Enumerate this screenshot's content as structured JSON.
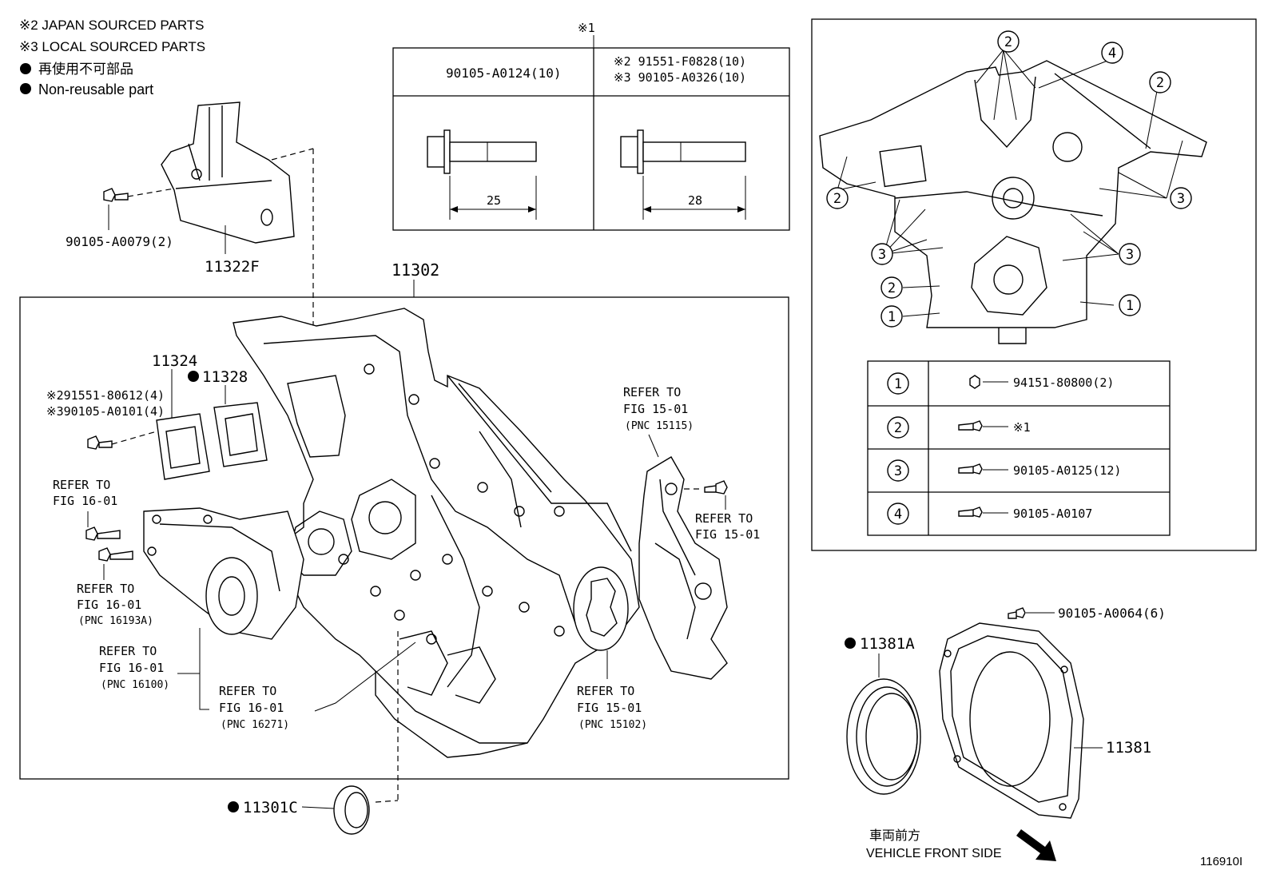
{
  "legend": {
    "japan": "※2 JAPAN SOURCED PARTS",
    "local": "※3 LOCAL SOURCED PARTS",
    "nonreuse_jp": "再使用不可部品",
    "nonreuse_en": "Non-reusable part"
  },
  "bolt_table": {
    "ref_mark": "※1",
    "col1_part": "90105-A0124(10)",
    "col2_line1": "※2 91551-F0828(10)",
    "col2_line2": "※3 90105-A0326(10)",
    "len1": "25",
    "len2": "28"
  },
  "parts": {
    "p11322F": "11322F",
    "p90105A0079": "90105-A0079(2)",
    "p11302": "11302",
    "p11324": "11324",
    "p11328": "11328",
    "p91551_80612": "※291551-80612(4)",
    "p90105A0101": "※390105-A0101(4)",
    "p11301C": "11301C",
    "p11381A": "11381A",
    "p11381": "11381",
    "p90105A0064": "90105-A0064(6)"
  },
  "refs": {
    "r15115": [
      "REFER TO",
      "FIG 15-01",
      "(PNC 15115)"
    ],
    "r15_01_right": [
      "REFER TO",
      "FIG 15-01"
    ],
    "r16_01_top": [
      "REFER TO",
      "FIG 16-01"
    ],
    "r16193A": [
      "REFER TO",
      "FIG 16-01",
      "(PNC 16193A)"
    ],
    "r16100": [
      "REFER TO",
      "FIG 16-01",
      "(PNC 16100)"
    ],
    "r16271": [
      "REFER TO",
      "FIG 16-01",
      "(PNC 16271)"
    ],
    "r15102": [
      "REFER TO",
      "FIG 15-01",
      "(PNC 15102)"
    ]
  },
  "bolt_key": [
    {
      "num": "1",
      "part": "94151-80800(2)"
    },
    {
      "num": "2",
      "part": "※1"
    },
    {
      "num": "3",
      "part": "90105-A0125(12)"
    },
    {
      "num": "4",
      "part": "90105-A0107"
    }
  ],
  "location_callouts": [
    "2",
    "4",
    "2",
    "2",
    "3",
    "3",
    "3",
    "2",
    "1",
    "1"
  ],
  "front": {
    "jp": "車両前方",
    "en": "VEHICLE FRONT SIDE"
  },
  "diagram_id": "116910I"
}
